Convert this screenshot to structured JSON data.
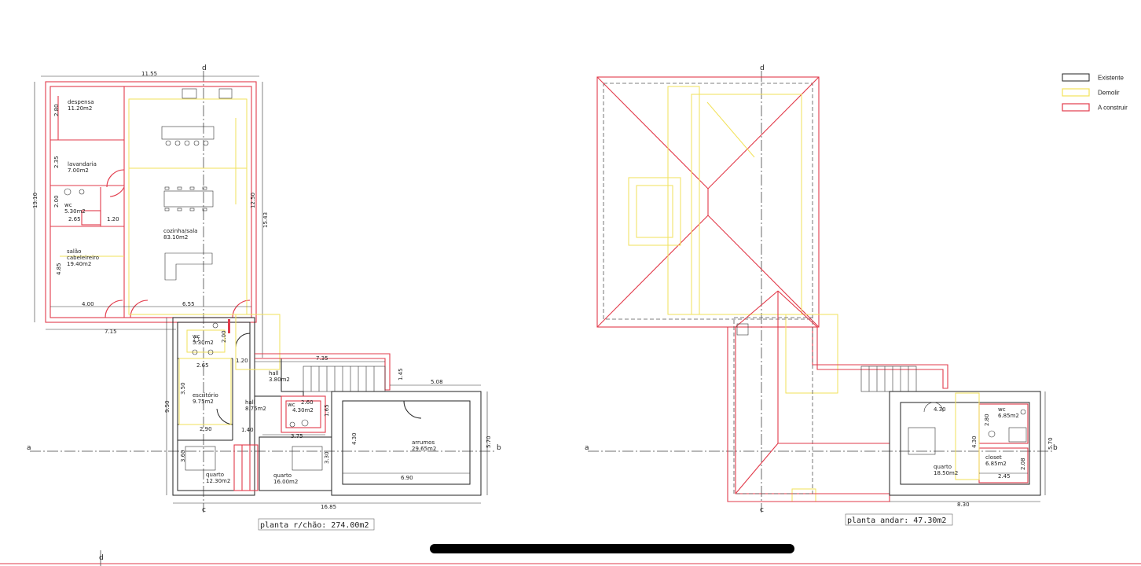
{
  "legend": {
    "items": [
      {
        "label": "Existente",
        "color": "#222222"
      },
      {
        "label": "Demolir",
        "color": "#f2e25a"
      },
      {
        "label": "A construir",
        "color": "#e23b4b"
      }
    ]
  },
  "ground_floor": {
    "title": "planta r/chão: 274.00m2",
    "rooms": {
      "despensa": {
        "name": "despensa",
        "area": "11.20m2"
      },
      "lavandaria": {
        "name": "lavandaria",
        "area": "7.00m2"
      },
      "wc1": {
        "name": "wc",
        "area": "5.30m2"
      },
      "salao": {
        "name1": "salão",
        "name2": "cabeleireiro",
        "area": "19.40m2"
      },
      "cozinha": {
        "name": "cozinha/sala",
        "area": "83.10m2"
      },
      "wc2": {
        "name": "wc",
        "area": "5.30m2"
      },
      "hall1": {
        "name": "hall",
        "area": "3.80m2"
      },
      "escritorio": {
        "name": "escritório",
        "area": "9.75m2"
      },
      "hall2": {
        "name": "hall",
        "area": "8.75m2"
      },
      "wc3": {
        "name": "wc",
        "area": "4.30m2"
      },
      "arrumos": {
        "name": "arrumos",
        "area": "29.65m2"
      },
      "quarto1": {
        "name": "quarto",
        "area": "12.30m2"
      },
      "quarto2": {
        "name": "quarto",
        "area": "16.00m2"
      }
    },
    "dims": {
      "d1155": "11.55",
      "d1310": "13.10",
      "d280": "2.80",
      "d235": "2.35",
      "d200a": "2.00",
      "d265a": "2.65",
      "d120a": "1.20",
      "d485": "4.85",
      "d400": "4.00",
      "d655": "6.55",
      "d715": "7.15",
      "d1250": "12.50",
      "d1543": "15.43",
      "d200b": "2.00",
      "d265b": "2.65",
      "d120b": "1.20",
      "d735": "7.35",
      "d145": "1.45",
      "d508": "5.08",
      "d350": "3.50",
      "d950": "9.50",
      "d290": "2.90",
      "d140": "1.40",
      "d260": "2.60",
      "d165": "1.65",
      "d375": "3.75",
      "d430": "4.30",
      "d360": "3.60",
      "d330": "3.30",
      "d690": "6.90",
      "d570": "5.70",
      "d1685": "16.85"
    },
    "axes": {
      "a": "a",
      "b": "b",
      "c": "c",
      "d": "d"
    }
  },
  "upper_floor": {
    "title": "planta andar: 47.30m2",
    "rooms": {
      "wc": {
        "name": "wc",
        "area": "6.85m2"
      },
      "closet": {
        "name": "closet",
        "area": "6.85m2"
      },
      "quarto": {
        "name": "quarto",
        "area": "18.50m2"
      }
    },
    "dims": {
      "d430a": "4.30",
      "d280": "2.80",
      "d430b": "4.30",
      "d245": "2.45",
      "d208": "2.08",
      "d570": "5.70",
      "d830": "8.30"
    },
    "axes": {
      "a": "a",
      "b": "b",
      "c": "c",
      "d": "d"
    }
  },
  "footer_axis": "d"
}
